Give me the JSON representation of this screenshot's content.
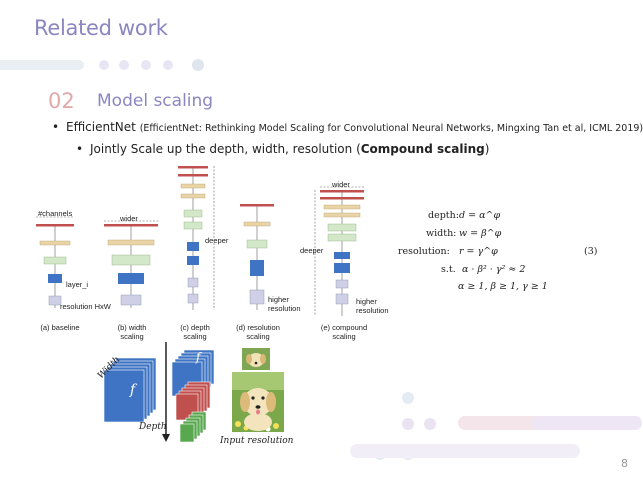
{
  "slide": {
    "title": "Related work",
    "section_number": "02",
    "section_title": "Model scaling",
    "bullet1_main": "EfficientNet",
    "bullet1_note": "(EfficientNet: Rethinking Model Scaling for Convolutional Neural Networks, Mingxing Tan et al, ICML 2019)",
    "bullet2_pre": "Jointly Scale up the depth, width, resolution (",
    "bullet2_bold": "Compound scaling",
    "bullet2_post": ")",
    "page_number": "8"
  },
  "figure": {
    "labels": {
      "channels": "#channels",
      "layer": "layer_i",
      "resolution": "resolution HxW",
      "wider1": "wider",
      "wider2": "wider",
      "deeper1": "deeper",
      "deeper2": "deeper",
      "higher1a": "higher",
      "higher1b": "resolution",
      "higher2a": "higher",
      "higher2b": "resolution"
    },
    "captions": {
      "a1": "(a) baseline",
      "b1": "(b) width",
      "b2": "scaling",
      "c1": "(c) depth",
      "c2": "scaling",
      "d1": "(d) resolution",
      "d2": "scaling",
      "e1": "(e) compound",
      "e2": "scaling"
    },
    "equations": {
      "depth_label": "depth:",
      "depth_eq": "d = α^φ",
      "width_label": "width:",
      "width_eq": "w = β^φ",
      "res_label": "resolution:",
      "res_eq": "r = γ^φ",
      "st_label": "s.t.",
      "st_eq": "α · β² · γ² ≈ 2",
      "cons_eq": "α ≥ 1, β ≥ 1, γ ≥ 1",
      "eq_num": "(3)"
    },
    "diagram": {
      "width": "Width",
      "depth": "Depth",
      "input_resolution": "Input resolution",
      "f": "f"
    }
  },
  "colors": {
    "title": "#8a86c0",
    "section_number": "#e0a9a9",
    "red_block": "#c0504d",
    "tan_block": "#e8d4a6",
    "green_block": "#d3e8c9",
    "blue_block": "#3f74c4",
    "gray_block": "#cfd0e6"
  }
}
